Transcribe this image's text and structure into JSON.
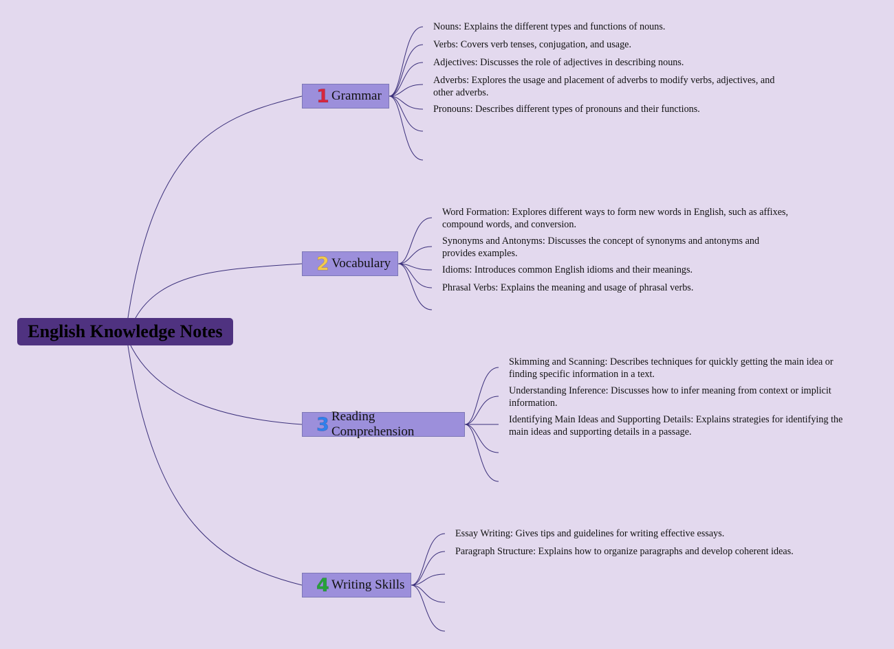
{
  "colors": {
    "background": "#e3d9ee",
    "root": "#4f3280",
    "branch": "#9c8fdb",
    "line": "#3a2f7a"
  },
  "root": {
    "title": "English Knowledge Notes"
  },
  "branches": [
    {
      "number": "1",
      "number_color": "#d7263d",
      "label": "Grammar",
      "items": [
        "Nouns: Explains the different types and functions of nouns.",
        "Verbs: Covers verb tenses, conjugation, and usage.",
        "Adjectives: Discusses the role of adjectives in describing nouns.",
        "Adverbs: Explores the usage and placement of adverbs to modify verbs, adjectives, and other adverbs.",
        "Pronouns: Describes different types of pronouns and their functions."
      ]
    },
    {
      "number": "2",
      "number_color": "#f2c94c",
      "label": "Vocabulary",
      "items": [
        "Word Formation: Explores different ways to form new words in English, such as affixes, compound words, and conversion.",
        "Synonyms and Antonyms: Discusses the concept of synonyms and antonyms and provides examples.",
        "Idioms: Introduces common English idioms and their meanings.",
        "Phrasal Verbs: Explains the meaning and usage of phrasal verbs."
      ]
    },
    {
      "number": "3",
      "number_color": "#2f80ed",
      "label": "Reading Comprehension",
      "items": [
        "Skimming and Scanning: Describes techniques for quickly getting the main idea or finding specific information in a text.",
        "Understanding Inference: Discusses how to infer meaning from context or implicit information.",
        "Identifying Main Ideas and Supporting Details: Explains strategies for identifying the main ideas and supporting details in a passage."
      ]
    },
    {
      "number": "4",
      "number_color": "#27a33a",
      "label": "Writing Skills",
      "items": [
        "Essay Writing: Gives tips and guidelines for writing effective essays.",
        "Paragraph Structure: Explains how to organize paragraphs and develop coherent ideas."
      ]
    }
  ]
}
